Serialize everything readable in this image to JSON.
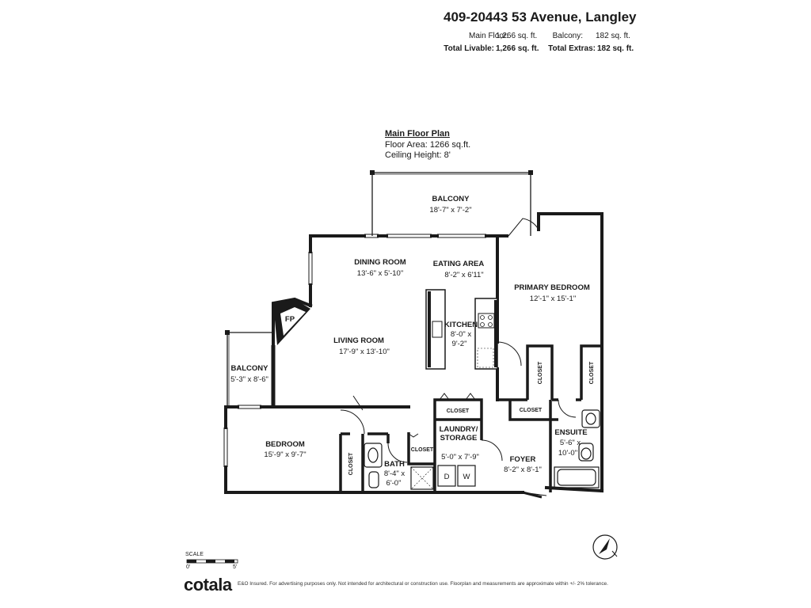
{
  "header": {
    "address": "409-20443 53 Avenue, Langley",
    "main_floor_label": "Main Floor:",
    "main_floor_value": "1,266 sq. ft.",
    "balcony_label": "Balcony:",
    "balcony_value": "182 sq. ft.",
    "total_livable_label": "Total Livable:",
    "total_livable_value": "1,266 sq. ft.",
    "total_extras_label": "Total Extras:",
    "total_extras_value": "182 sq. ft."
  },
  "plan": {
    "title": "Main Floor Plan",
    "floor_area": "Floor Area: 1266 sq.ft.",
    "ceiling_height": "Ceiling Height: 8'"
  },
  "rooms": {
    "balcony_top": {
      "name": "BALCONY",
      "dims": "18'-7\" x 7'-2\""
    },
    "dining": {
      "name": "DINING ROOM",
      "dims": "13'-6\" x 5'-10\""
    },
    "eating": {
      "name": "EATING AREA",
      "dims": "8'-2\" x 6'11\""
    },
    "primary": {
      "name": "PRIMARY BEDROOM",
      "dims": "12'-1\" x 15'-1\""
    },
    "living": {
      "name": "LIVING ROOM",
      "dims": "17'-9\" x 13'-10\""
    },
    "kitchen": {
      "name": "KITCHEN",
      "dims1": "8'-0\" x",
      "dims2": "9'-2\""
    },
    "balcony_left": {
      "name": "BALCONY",
      "dims": "5'-3\" x 8'-6\""
    },
    "bedroom": {
      "name": "BEDROOM",
      "dims": "15'-9\" x 9'-7\""
    },
    "bath": {
      "name": "BATH",
      "dims1": "8'-4\" x",
      "dims2": "6'-0\""
    },
    "laundry": {
      "name1": "LAUNDRY/",
      "name2": "STORAGE",
      "dims": "5'-0\" x 7'-9\""
    },
    "foyer": {
      "name": "FOYER",
      "dims": "8'-2\" x 8'-1\""
    },
    "ensuite": {
      "name": "ENSUITE",
      "dims1": "5'-6\" x",
      "dims2": "10'-0\""
    }
  },
  "labels": {
    "fp": "FP",
    "closet": "CLOSET",
    "dryer": "D",
    "washer": "W"
  },
  "footer": {
    "scale_label": "SCALE",
    "scale_start": "0'",
    "scale_end": "5'",
    "logo": "cotala",
    "disclaimer": "E&O Insured. For advertising purposes only. Not intended for architectural or construction use. Floorplan and measurements are approximate within +/- 2% tolerance."
  }
}
